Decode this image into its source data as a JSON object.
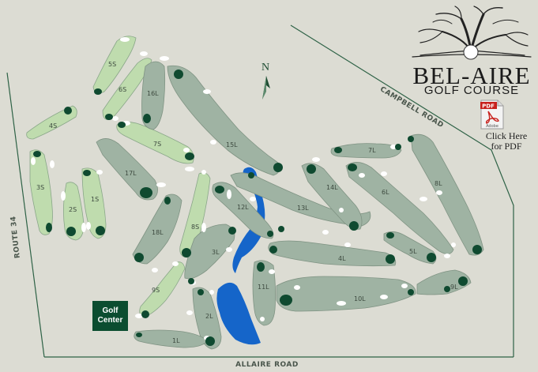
{
  "logo": {
    "title": "BEL-AIRE",
    "subtitle": "GOLF COURSE"
  },
  "pdf": {
    "badge": "PDF",
    "brand": "Adobe",
    "line1": "Click Here",
    "line2": "for PDF"
  },
  "compass": {
    "label": "N"
  },
  "golf_center": {
    "line1": "Golf",
    "line2": "Center"
  },
  "roads": {
    "campbell": "CAMPBELL ROAD",
    "route34": "ROUTE 34",
    "allaire": "ALLAIRE ROAD"
  },
  "holes": {
    "s1": "1S",
    "s2": "2S",
    "s3": "3S",
    "s4": "4S",
    "s5": "5S",
    "s6": "6S",
    "s7": "7S",
    "s8": "8S",
    "s9": "9S",
    "l1": "1L",
    "l2": "2L",
    "l3": "3L",
    "l4": "4L",
    "l5": "5L",
    "l6": "6L",
    "l7": "7L",
    "l8": "8L",
    "l9": "9L",
    "l10": "10L",
    "l11": "11L",
    "l12": "12L",
    "l13": "13L",
    "l14": "14L",
    "l15": "15L",
    "l16": "16L",
    "l17": "17L",
    "l18": "18L"
  },
  "colors": {
    "short_course": "#bfdcae",
    "long_course": "#9fb3a3",
    "green": "#0f4a30",
    "water": "#1565c9",
    "road_line": "#2e6246",
    "background": "#dcdcd3"
  }
}
